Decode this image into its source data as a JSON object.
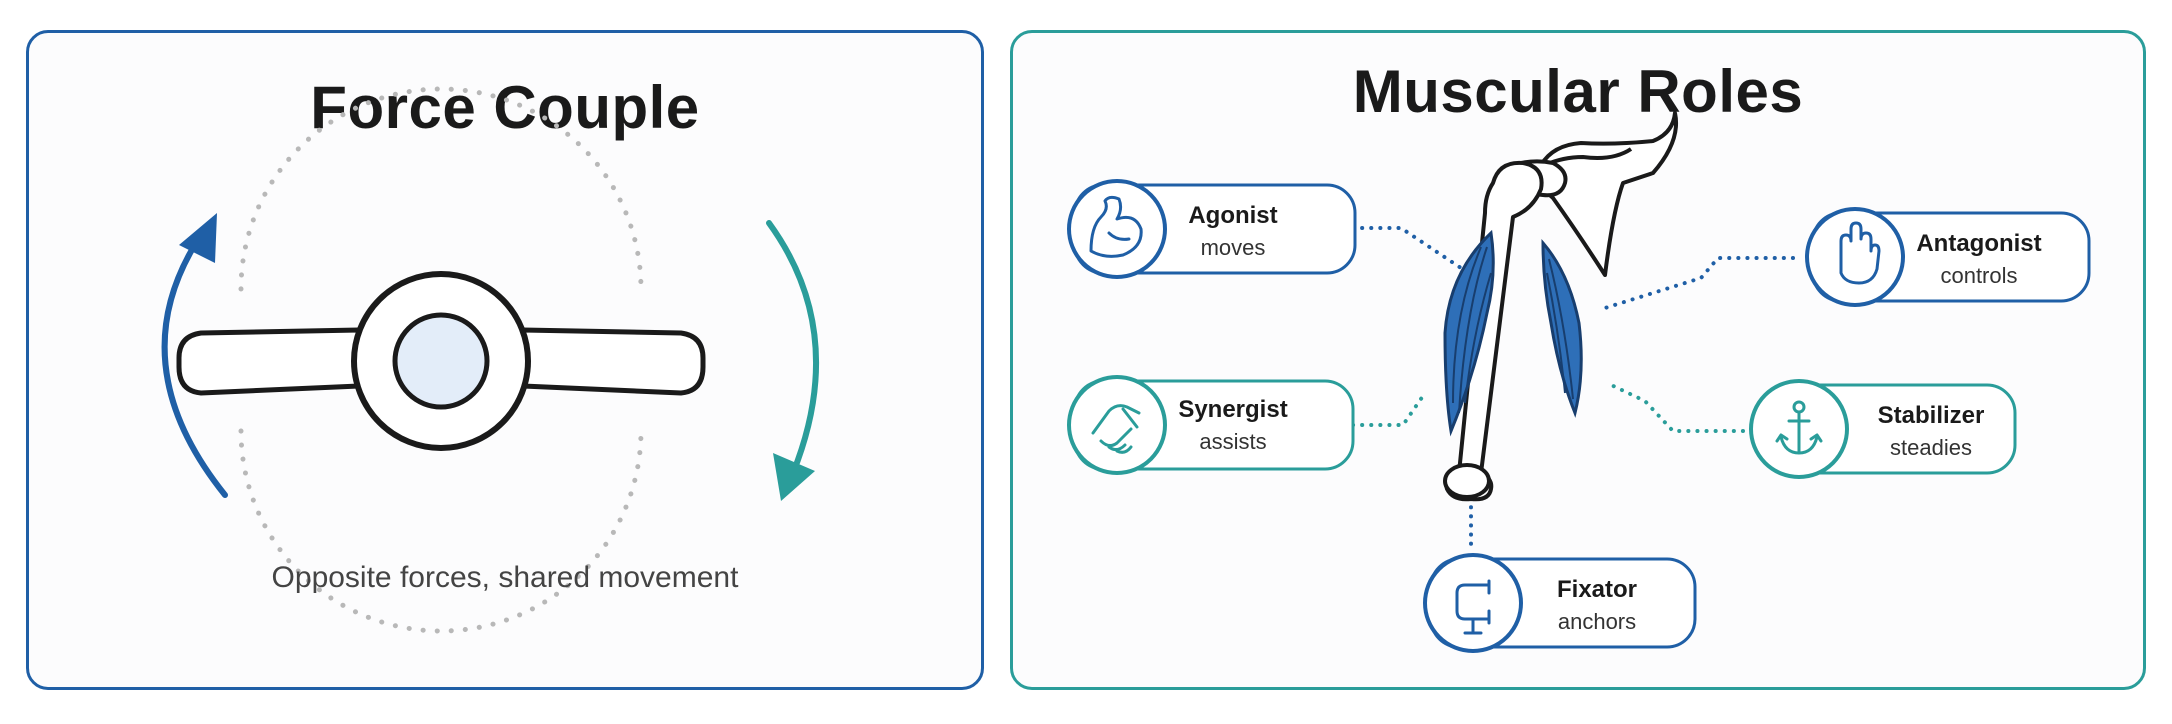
{
  "force_couple": {
    "title": "Force Couple",
    "caption": "Opposite forces, shared movement"
  },
  "muscular_roles": {
    "title": "Muscular Roles",
    "roles": [
      {
        "key": "agonist",
        "label": "Agonist",
        "sub": "moves",
        "icon": "flexed-arm-icon",
        "color": "#1f5fa6"
      },
      {
        "key": "antagonist",
        "label": "Antagonist",
        "sub": "controls",
        "icon": "hand-stop-icon",
        "color": "#1f5fa6"
      },
      {
        "key": "synergist",
        "label": "Synergist",
        "sub": "assists",
        "icon": "handshake-icon",
        "color": "#2a9d9a"
      },
      {
        "key": "stabilizer",
        "label": "Stabilizer",
        "sub": "steadies",
        "icon": "anchor-icon",
        "color": "#2a9d9a"
      },
      {
        "key": "fixator",
        "label": "Fixator",
        "sub": "anchors",
        "icon": "clamp-icon",
        "color": "#1f5fa6"
      }
    ]
  },
  "colors": {
    "blue": "#1f5fa6",
    "teal": "#2a9d9a",
    "muscle": "#2e6fb8",
    "dots_gray": "#b8b8b8"
  }
}
